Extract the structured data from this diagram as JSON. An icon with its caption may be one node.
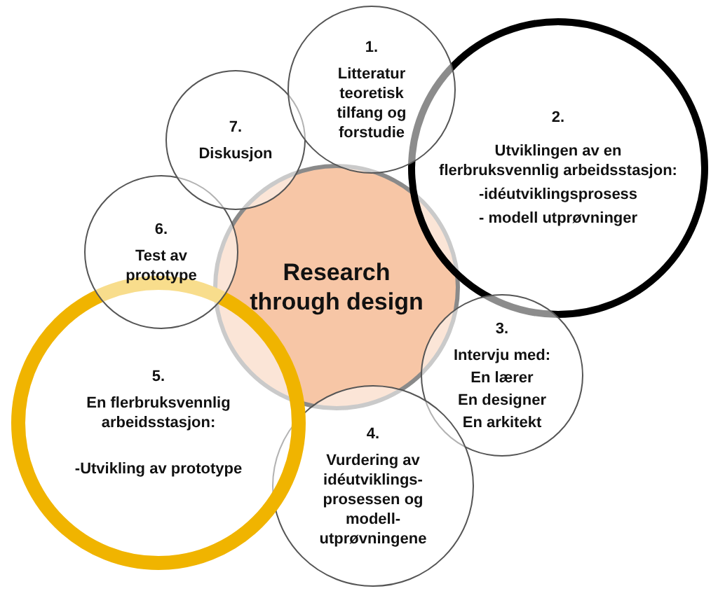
{
  "diagram": {
    "nodes": [
      {
        "text": [
          "Research through design"
        ]
      },
      {
        "text": [
          "1.",
          "Litteratur teoretisk tilfang og forstudie"
        ]
      },
      {
        "text": [
          "2.",
          "Utviklingen av en flerbruksvennlig arbeidsstasjon:",
          "-idéutviklingsprosess",
          "- modell utprøvninger"
        ]
      },
      {
        "text": [
          "3.",
          "Intervju med:",
          "En lærer",
          "En designer",
          "En arkitekt"
        ]
      },
      {
        "text": [
          "4.",
          "Vurdering av idéutviklings- prosessen og modell- utprøvningene"
        ]
      },
      {
        "text": [
          "5.",
          "En flerbruksvennlig arbeidsstasjon:",
          "-Utvikling av prototype"
        ]
      },
      {
        "text": [
          "6.",
          "Test av prototype"
        ]
      },
      {
        "text": [
          "7.",
          "Diskusjon"
        ]
      }
    ],
    "edges": []
  }
}
